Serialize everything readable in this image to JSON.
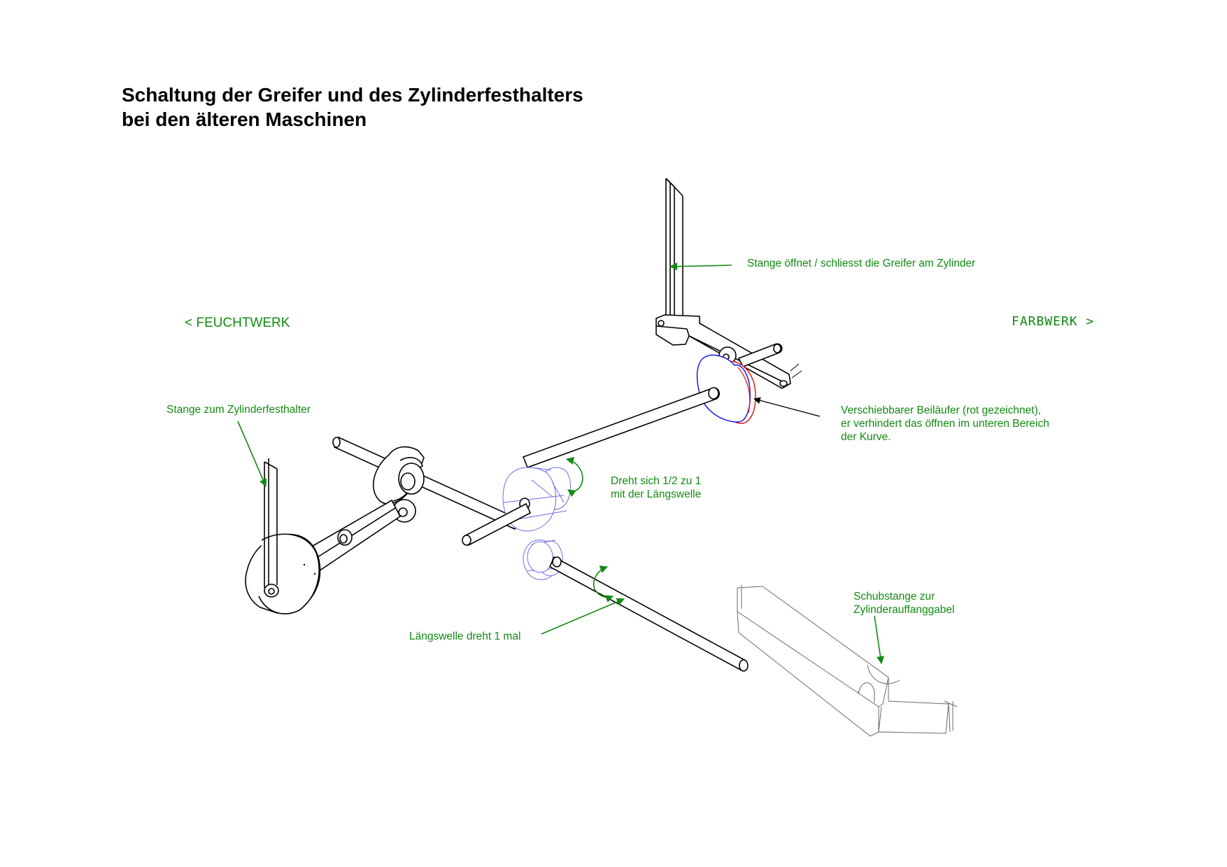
{
  "title": {
    "line1": "Schaltung der Greifer und des Zylinderfesthalters",
    "line2": "bei den älteren Maschinen"
  },
  "nav": {
    "left": "< FEUCHTWERK",
    "right": "FARBWERK >"
  },
  "labels": {
    "stange_greifer": "Stange öffnet / schliesst die Greifer am Zylinder",
    "beilaeufer_1": "Verschiebbarer Beiläufer (rot gezeichnet),",
    "beilaeufer_2": "er verhindert das öffnen im unteren Bereich",
    "beilaeufer_3": "der Kurve.",
    "stange_zylinderfesthalter": "Stange zum Zylinderfesthalter",
    "dreht_1": "Dreht sich 1/2 zu 1",
    "dreht_2": "mit der Längswelle",
    "laengswelle": "Längswelle dreht 1 mal",
    "schubstange_1": "Schubstange zur",
    "schubstange_2": "Zylinderauffanggabel"
  },
  "colors": {
    "annotation": "#128a12",
    "cam_outline": "#1a1ae6",
    "follower_red": "#e61a1a",
    "gear_blue": "#6a6ae6",
    "drawing": "#000000"
  }
}
